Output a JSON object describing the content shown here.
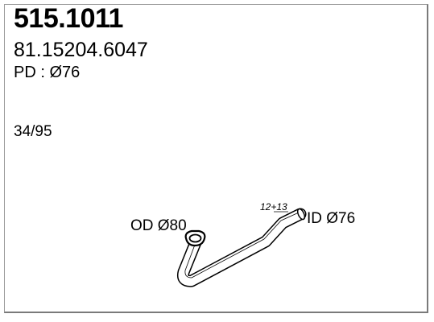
{
  "header": {
    "part_number": "515.1011",
    "oem_number": "81.15204.6047",
    "pipe_diameter": "PD : Ø76"
  },
  "catalog_ref": "34/95",
  "drawing": {
    "outer_diameter_label": "OD Ø80",
    "inner_diameter_label": "ID Ø76",
    "dimension_label": "12+13"
  }
}
